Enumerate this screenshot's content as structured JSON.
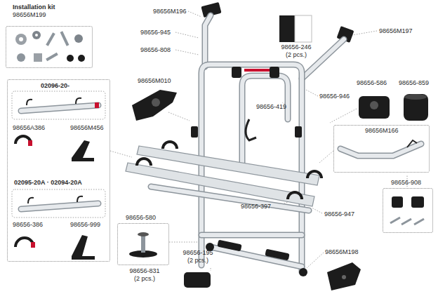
{
  "diagram": {
    "nodes": [
      {
        "text": [
          "Installation kit",
          "98656M199"
        ]
      },
      {
        "text": [
          "02096-20-",
          "98656A386",
          "98656M456",
          "02095-20A · 02094-20A",
          "98656-386",
          "98656-999"
        ]
      },
      {
        "text": [
          "98656M166"
        ]
      },
      {
        "text": [
          "98656-908"
        ]
      },
      {
        "text": [
          "98656-580",
          "98656-831 (2 pcs.)"
        ]
      }
    ],
    "labels": [
      "98656M196",
      "98656-945",
      "98656-808",
      "98656M010",
      "98656-246 (2 pcs.)",
      "98656M197",
      "98656-586",
      "98656-859",
      "98656-419",
      "98656-946",
      "98656-397",
      "98656-947",
      "98656-195 (2 pcs.)",
      "98656M198"
    ]
  }
}
